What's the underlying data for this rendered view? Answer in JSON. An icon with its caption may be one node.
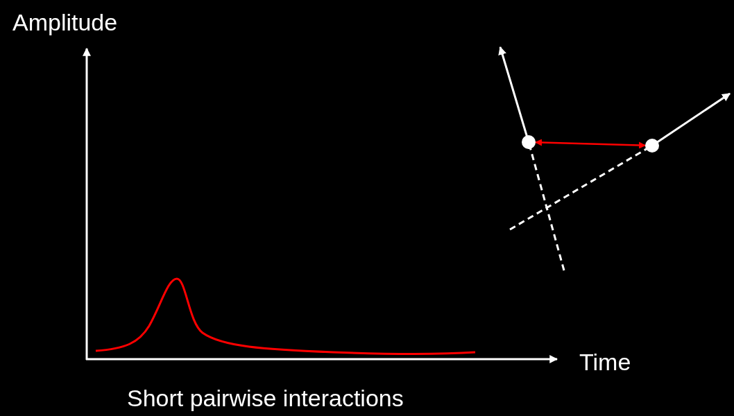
{
  "diagram": {
    "nodes": [
      {
        "text": [],
        "shape": "circle"
      },
      {
        "text": [],
        "shape": "circle"
      }
    ],
    "edges": [
      {
        "from": 0,
        "to": 1,
        "arrow": "both",
        "color": "#ff0000"
      }
    ],
    "labels": [
      "Amplitude",
      "Time",
      "Short pairwise interactions"
    ]
  }
}
